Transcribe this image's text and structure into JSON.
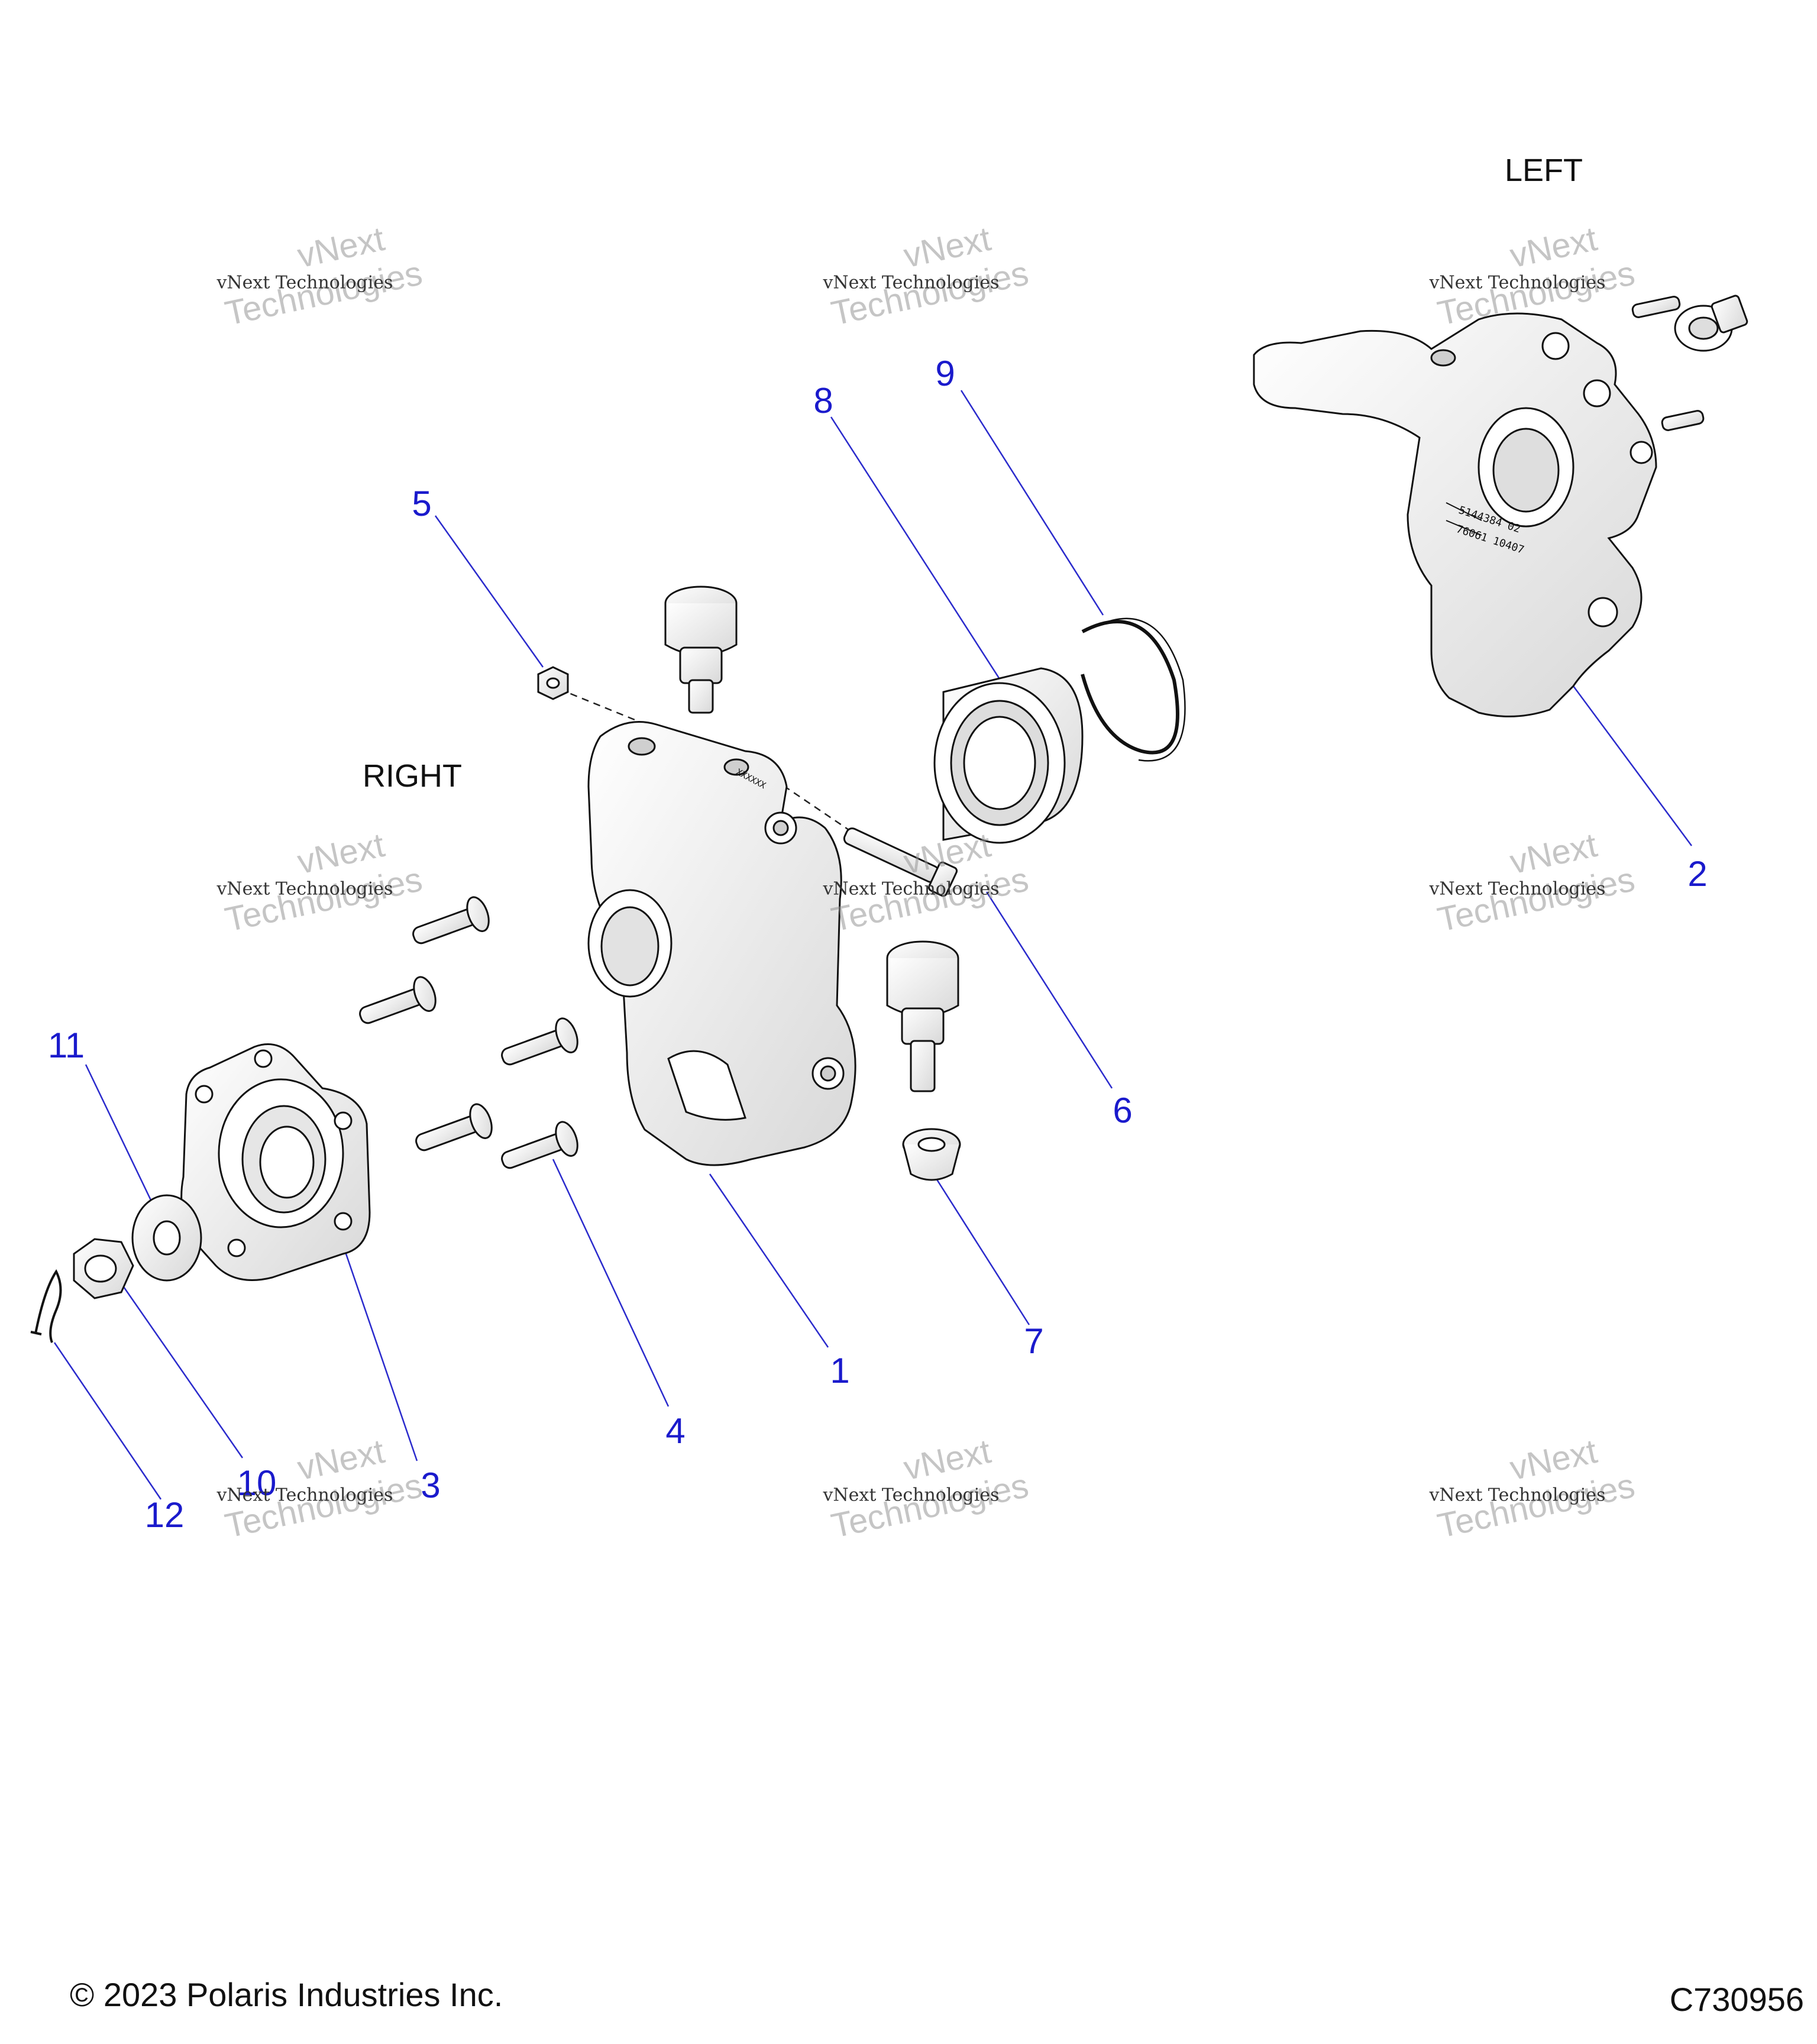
{
  "labels": {
    "left": "LEFT",
    "right": "RIGHT"
  },
  "callouts": [
    {
      "id": "1",
      "text": "1"
    },
    {
      "id": "2",
      "text": "2"
    },
    {
      "id": "3",
      "text": "3"
    },
    {
      "id": "4",
      "text": "4"
    },
    {
      "id": "5",
      "text": "5"
    },
    {
      "id": "6",
      "text": "6"
    },
    {
      "id": "7",
      "text": "7"
    },
    {
      "id": "8",
      "text": "8"
    },
    {
      "id": "9",
      "text": "9"
    },
    {
      "id": "10",
      "text": "10"
    },
    {
      "id": "11",
      "text": "11"
    },
    {
      "id": "12",
      "text": "12"
    }
  ],
  "watermark": {
    "line1": "vNext Technologies",
    "line2": "vNext",
    "line3": "Technologies"
  },
  "knuckle_marking": {
    "right": "XXXXXX",
    "left_stamp_1": "5144384 02",
    "left_stamp_2": "76061 10407"
  },
  "footer": {
    "copyright": "© 2023 Polaris Industries Inc.",
    "figure_id": "C730956"
  },
  "colors": {
    "callout": "#1a1acc",
    "line": "#2a2acc",
    "part_fill": "#f2f2f2",
    "part_stroke": "#111111"
  }
}
